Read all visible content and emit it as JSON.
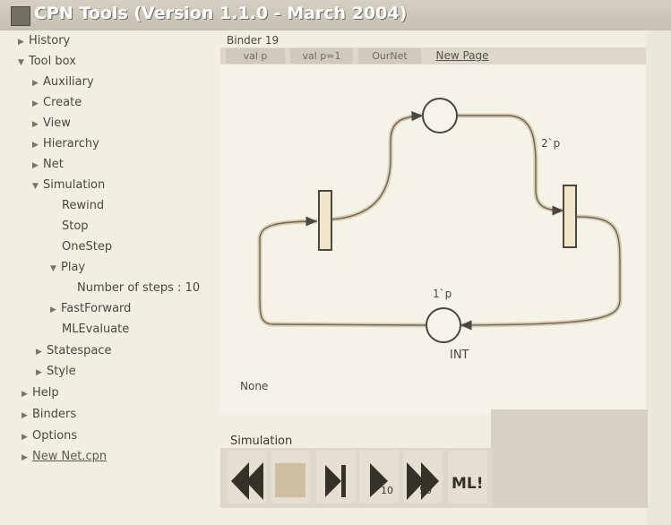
{
  "app": {
    "title": "CPN Tools (Version 1.1.0 - March 2004)"
  },
  "tree": {
    "history": "History",
    "toolbox": "Tool box",
    "auxiliary": "Auxiliary",
    "create": "Create",
    "view": "View",
    "hierarchy": "Hierarchy",
    "net": "Net",
    "simulation": "Simulation",
    "rewind": "Rewind",
    "stop": "Stop",
    "onestep": "OneStep",
    "play": "Play",
    "steps_label": "Number of steps",
    "steps_value": "10",
    "fastforward": "FastForward",
    "mlevaluate": "MLEvaluate",
    "statespace": "Statespace",
    "style": "Style",
    "help": "Help",
    "binders": "Binders",
    "options": "Options",
    "file": "New Net.cpn"
  },
  "binder": {
    "title": "Binder 19",
    "tabs": [
      "val p",
      "val p=1",
      "OurNet"
    ],
    "new_page": "New Page"
  },
  "net": {
    "arc_label_top": "2`p",
    "arc_label_bottom": "1`p",
    "place_type": "INT"
  },
  "status_text": "None",
  "toolbar": {
    "label": "Simulation",
    "play_steps": "10",
    "ff_steps": "50",
    "ml_label": "ML!"
  }
}
